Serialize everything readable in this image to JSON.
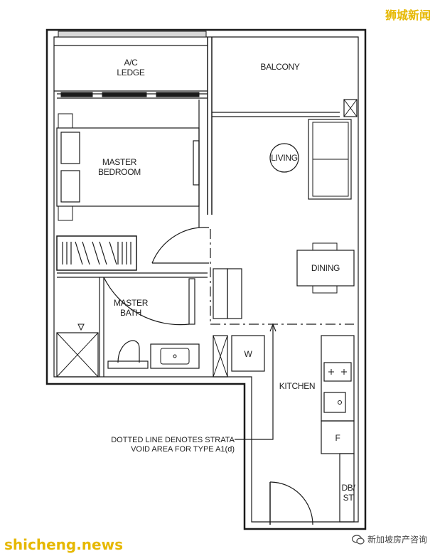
{
  "rooms": {
    "ac_ledge": "A/C\nLEDGE",
    "balcony": "BALCONY",
    "master_bedroom": "MASTER\nBEDROOM",
    "living": "LIVING",
    "dining": "DINING",
    "master_bath": "MASTER\nBATH",
    "kitchen": "KITCHEN",
    "washer": "W",
    "fridge": "F",
    "db_st": "DB/\nST"
  },
  "note": "DOTTED LINE DENOTES STRATA\nVOID AREA FOR TYPE A1(d)",
  "watermarks": {
    "top_right": "狮城新闻",
    "bottom_left": "shicheng.news",
    "bottom_right": "新加坡房产咨询"
  },
  "colors": {
    "wall": "#1a1a1a",
    "watermark": "#e6b800"
  }
}
